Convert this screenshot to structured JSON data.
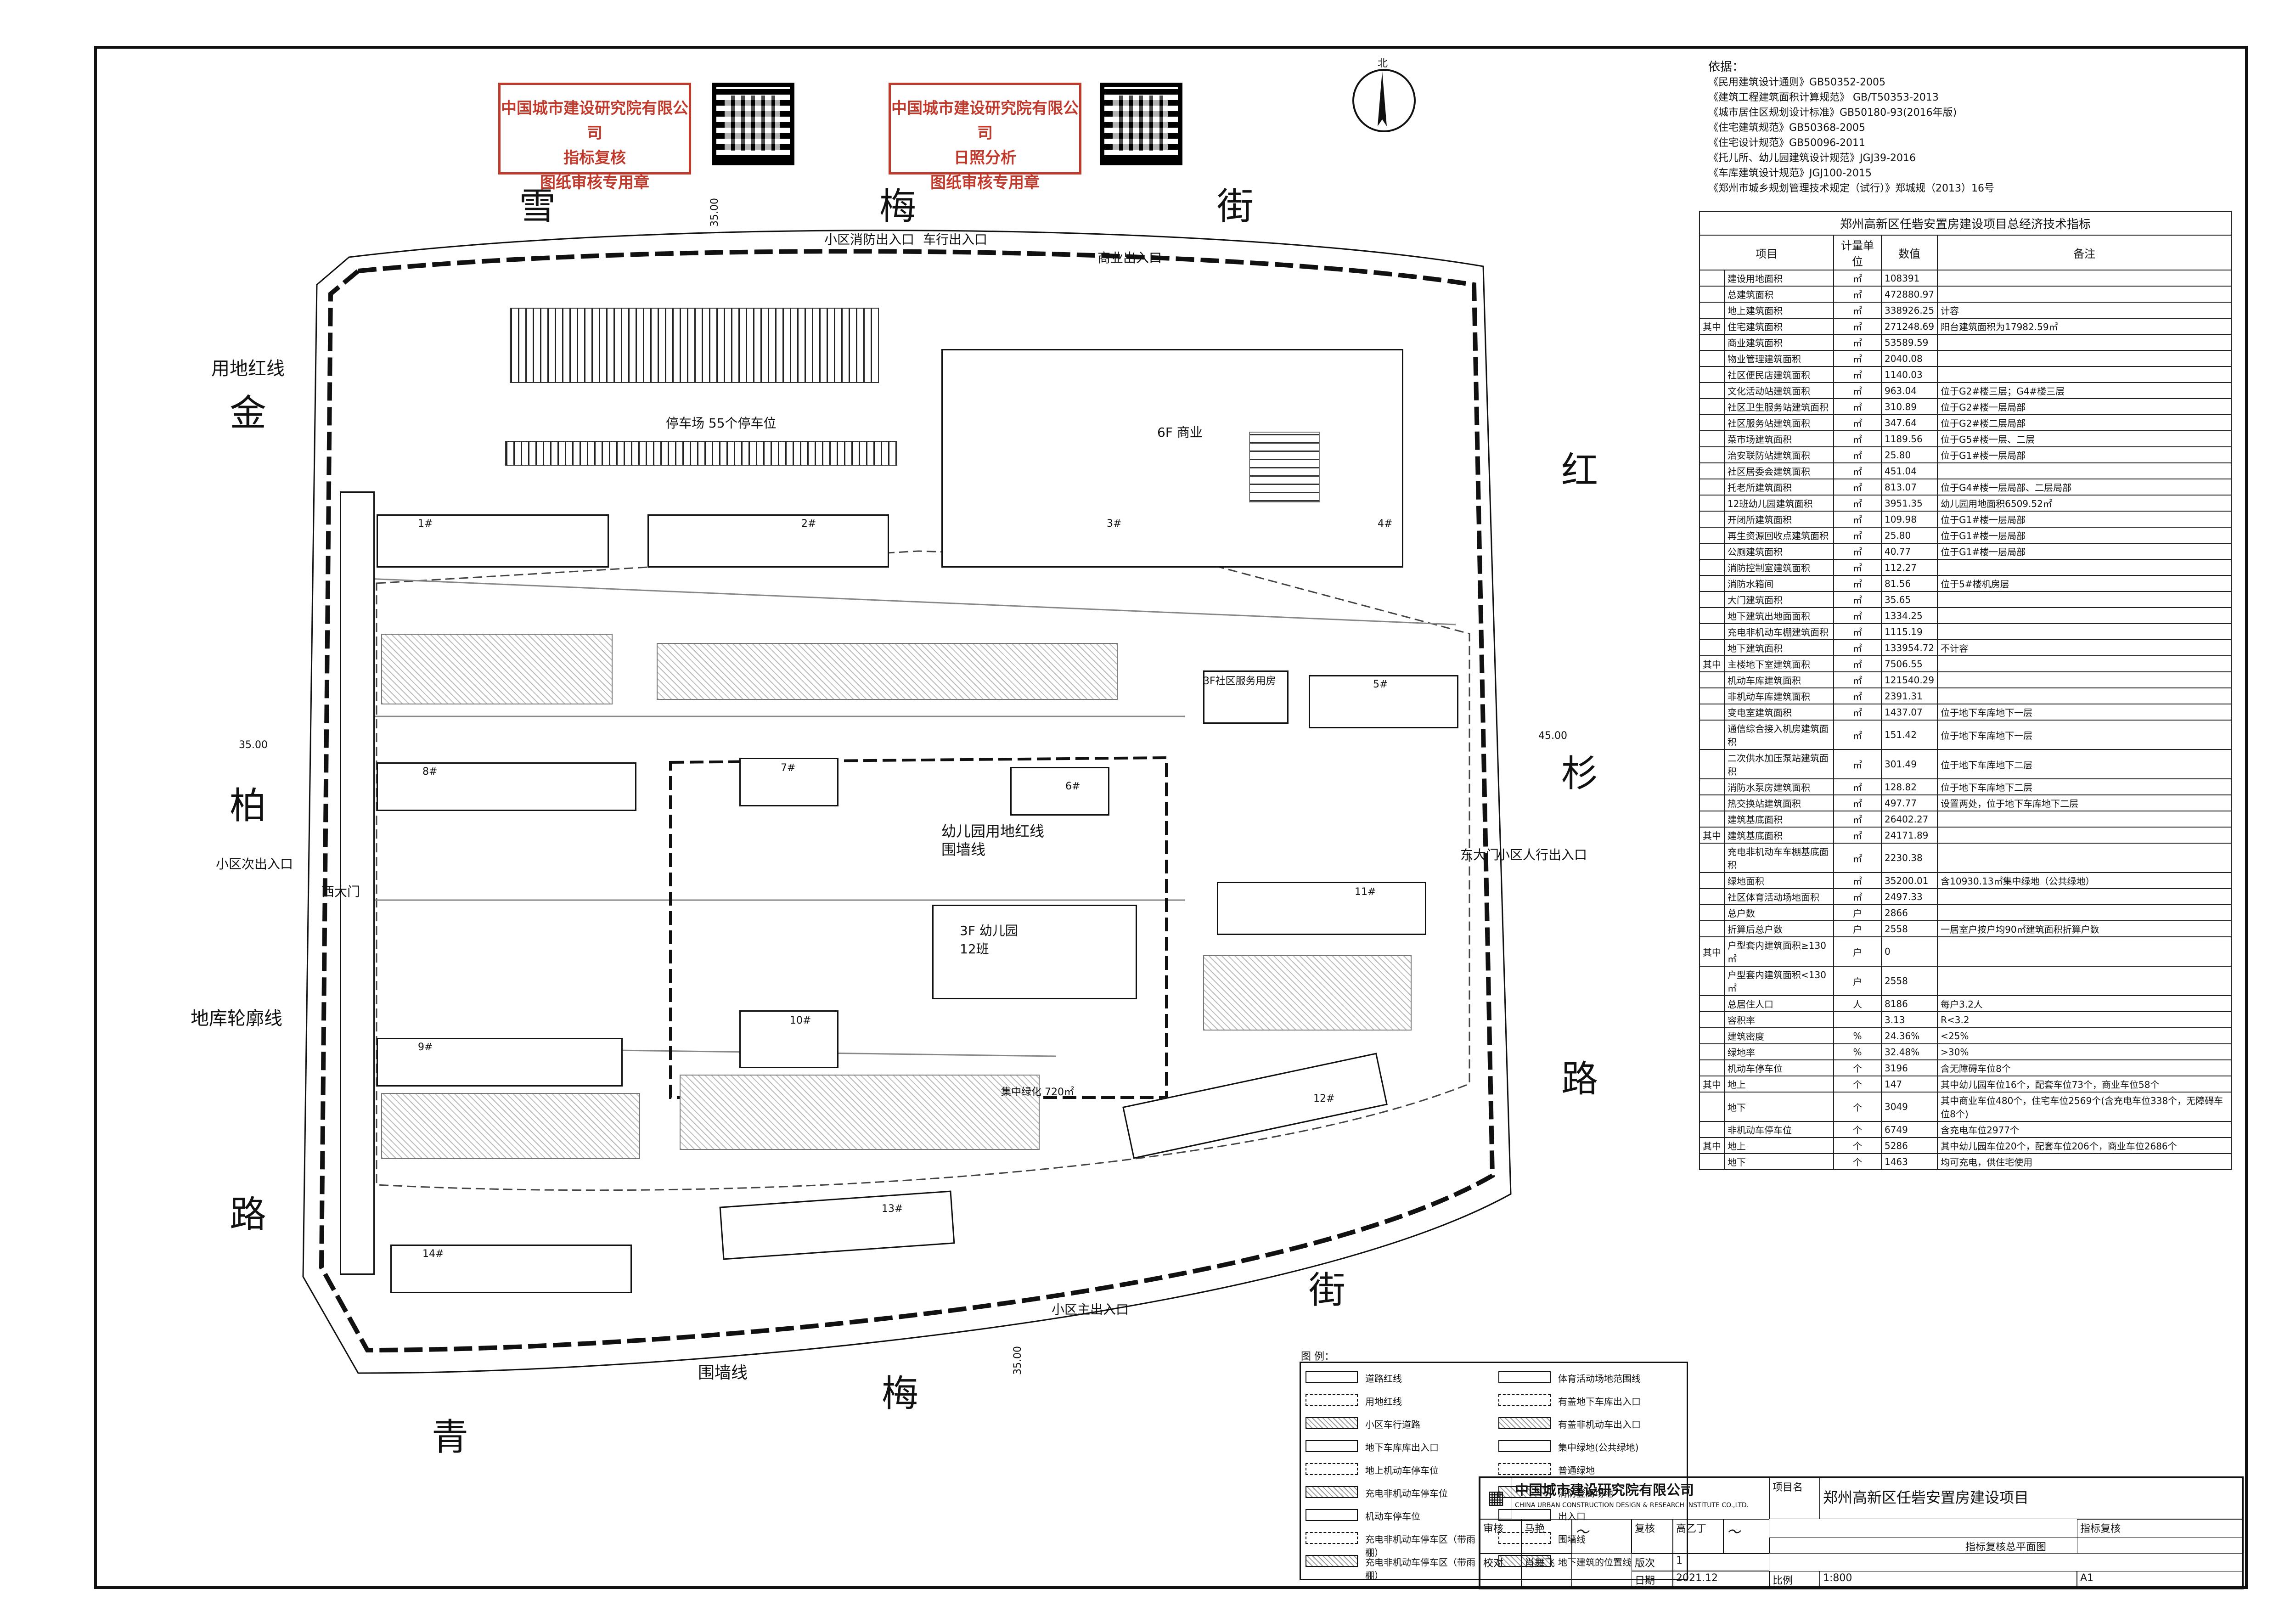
{
  "stamps": [
    {
      "lines": [
        "中国城市建设研究院有限公司",
        "指标复核",
        "图纸审核专用章"
      ]
    },
    {
      "lines": [
        "中国城市建设研究院有限公司",
        "日照分析",
        "图纸审核专用章"
      ]
    }
  ],
  "north": "北",
  "streets": {
    "top": [
      "雪",
      "梅",
      "街"
    ],
    "left": [
      "金",
      "柏",
      "路"
    ],
    "right": [
      "红",
      "杉",
      "路"
    ],
    "bottom": [
      "青",
      "梅",
      "街"
    ]
  },
  "site_labels": {
    "red_line": "用地红线",
    "fire_entry": "小区消防出入口",
    "car_entry": "车行出入口",
    "commercial_entry": "商业出入口",
    "secondary_entry": "小区次出入口",
    "west_gate": "西大门",
    "garage_outline": "地库轮廓线",
    "east_gate": "东大门",
    "ped_entry": "小区人行出入口",
    "main_entry": "小区主出入口",
    "fence": "围墙线",
    "parking": "停车场 55个停车位",
    "kg_red_line": "幼儿园用地红线",
    "kg_fence": "围墙线",
    "kg_building": "3F 幼儿园",
    "kg_class": "12班",
    "shop_building": "6F 商业",
    "community_service": "3F社区服务用房",
    "green_center": "集中绿化 720㎡",
    "dim_top": "35.00",
    "dim_left": "35.00",
    "dim_right": "45.00",
    "dim_bottom": "35.00"
  },
  "buildings": [
    "1#",
    "2#",
    "3#",
    "4#",
    "5#",
    "6#",
    "7#",
    "8#",
    "9#",
    "10#",
    "11#",
    "12#",
    "13#",
    "14#"
  ],
  "references_title": "依据：",
  "references": [
    "《民用建筑设计通则》GB50352-2005",
    "《建筑工程建筑面积计算规范》 GB/T50353-2013",
    "《城市居住区规划设计标准》GB50180-93(2016年版)",
    "《住宅建筑规范》GB50368-2005",
    "《住宅设计规范》GB50096-2011",
    "《托儿所、幼儿园建筑设计规范》JGJ39-2016",
    "《车库建筑设计规范》JGJ100-2015",
    "《郑州市城乡规划管理技术规定（试行）》郑城规（2013）16号"
  ],
  "table": {
    "title": "郑州高新区任砦安置房建设项目总经济技术指标",
    "headers": [
      "项目",
      "计量单位",
      "数值",
      "备注"
    ],
    "rows": [
      [
        "",
        "建设用地面积",
        "㎡",
        "108391",
        ""
      ],
      [
        "",
        "总建筑面积",
        "㎡",
        "472880.97",
        ""
      ],
      [
        "",
        "地上建筑面积",
        "㎡",
        "338926.25",
        "计容"
      ],
      [
        "其中",
        "住宅建筑面积",
        "㎡",
        "271248.69",
        "阳台建筑面积为17982.59㎡"
      ],
      [
        "",
        "商业建筑面积",
        "㎡",
        "53589.59",
        ""
      ],
      [
        "",
        "物业管理建筑面积",
        "㎡",
        "2040.08",
        ""
      ],
      [
        "",
        "社区便民店建筑面积",
        "㎡",
        "1140.03",
        ""
      ],
      [
        "",
        "文化活动站建筑面积",
        "㎡",
        "963.04",
        "位于G2#楼三层；G4#楼三层"
      ],
      [
        "",
        "社区卫生服务站建筑面积",
        "㎡",
        "310.89",
        "位于G2#楼一层局部"
      ],
      [
        "",
        "社区服务站建筑面积",
        "㎡",
        "347.64",
        "位于G2#楼二层局部"
      ],
      [
        "",
        "菜市场建筑面积",
        "㎡",
        "1189.56",
        "位于G5#楼一层、二层"
      ],
      [
        "",
        "治安联防站建筑面积",
        "㎡",
        "25.80",
        "位于G1#楼一层局部"
      ],
      [
        "",
        "社区居委会建筑面积",
        "㎡",
        "451.04",
        ""
      ],
      [
        "",
        "托老所建筑面积",
        "㎡",
        "813.07",
        "位于G4#楼一层局部、二层局部"
      ],
      [
        "",
        "12班幼儿园建筑面积",
        "㎡",
        "3951.35",
        "幼儿园用地面积6509.52㎡"
      ],
      [
        "",
        "开闭所建筑面积",
        "㎡",
        "109.98",
        "位于G1#楼一层局部"
      ],
      [
        "",
        "再生资源回收点建筑面积",
        "㎡",
        "25.80",
        "位于G1#楼一层局部"
      ],
      [
        "",
        "公厕建筑面积",
        "㎡",
        "40.77",
        "位于G1#楼一层局部"
      ],
      [
        "",
        "消防控制室建筑面积",
        "㎡",
        "112.27",
        ""
      ],
      [
        "",
        "消防水箱间",
        "㎡",
        "81.56",
        "位于5#楼机房层"
      ],
      [
        "",
        "大门建筑面积",
        "㎡",
        "35.65",
        ""
      ],
      [
        "",
        "地下建筑出地面面积",
        "㎡",
        "1334.25",
        ""
      ],
      [
        "",
        "充电非机动车棚建筑面积",
        "㎡",
        "1115.19",
        ""
      ],
      [
        "",
        "地下建筑面积",
        "㎡",
        "133954.72",
        "不计容"
      ],
      [
        "其中",
        "主楼地下室建筑面积",
        "㎡",
        "7506.55",
        ""
      ],
      [
        "",
        "机动车库建筑面积",
        "㎡",
        "121540.29",
        ""
      ],
      [
        "",
        "非机动车库建筑面积",
        "㎡",
        "2391.31",
        ""
      ],
      [
        "",
        "变电室建筑面积",
        "㎡",
        "1437.07",
        "位于地下车库地下一层"
      ],
      [
        "",
        "通信综合接入机房建筑面积",
        "㎡",
        "151.42",
        "位于地下车库地下一层"
      ],
      [
        "",
        "二次供水加压泵站建筑面积",
        "㎡",
        "301.49",
        "位于地下车库地下二层"
      ],
      [
        "",
        "消防水泵房建筑面积",
        "㎡",
        "128.82",
        "位于地下车库地下二层"
      ],
      [
        "",
        "热交换站建筑面积",
        "㎡",
        "497.77",
        "设置两处，位于地下车库地下二层"
      ],
      [
        "",
        "建筑基底面积",
        "㎡",
        "26402.27",
        ""
      ],
      [
        "其中",
        "建筑基底面积",
        "㎡",
        "24171.89",
        ""
      ],
      [
        "",
        "充电非机动车车棚基底面积",
        "㎡",
        "2230.38",
        ""
      ],
      [
        "",
        "绿地面积",
        "㎡",
        "35200.01",
        "含10930.13㎡集中绿地（公共绿地）"
      ],
      [
        "",
        "社区体育活动场地面积",
        "㎡",
        "2497.33",
        ""
      ],
      [
        "",
        "总户数",
        "户",
        "2866",
        ""
      ],
      [
        "",
        "折算后总户数",
        "户",
        "2558",
        "一居室户按户均90㎡建筑面积折算户数"
      ],
      [
        "其中",
        "户型套内建筑面积≥130㎡",
        "户",
        "0",
        ""
      ],
      [
        "",
        "户型套内建筑面积<130㎡",
        "户",
        "2558",
        ""
      ],
      [
        "",
        "总居住人口",
        "人",
        "8186",
        "每户3.2人"
      ],
      [
        "",
        "容积率",
        "",
        "3.13",
        "R<3.2"
      ],
      [
        "",
        "建筑密度",
        "%",
        "24.36%",
        "<25%"
      ],
      [
        "",
        "绿地率",
        "%",
        "32.48%",
        ">30%"
      ],
      [
        "",
        "机动车停车位",
        "个",
        "3196",
        "含无障碍车位8个"
      ],
      [
        "其中",
        "地上",
        "个",
        "147",
        "其中幼儿园车位16个，配套车位73个，商业车位58个"
      ],
      [
        "",
        "地下",
        "个",
        "3049",
        "其中商业车位480个，住宅车位2569个(含充电车位338个，无障碍车位8个)"
      ],
      [
        "",
        "非机动车停车位",
        "个",
        "6749",
        "含充电车位2977个"
      ],
      [
        "其中",
        "地上",
        "个",
        "5286",
        "其中幼儿园车位20个，配套车位206个，商业车位2686个"
      ],
      [
        "",
        "地下",
        "个",
        "1463",
        "均可充电，供住宅使用"
      ]
    ]
  },
  "legend": {
    "title": "图  例：",
    "items": [
      "道路红线",
      "用地红线",
      "小区车行道路",
      "地下车库库出入口",
      "地上机动车停车位",
      "充电非机动车停车位",
      "机动车停车位",
      "充电非机动车停车区（带雨棚）",
      "充电非机动车停车区（带雨棚）",
      "体育活动场地范围线",
      "有盖地下车库出入口",
      "有盖非机动车出入口",
      "集中绿地(公共绿地)",
      "普通绿地",
      "消防登高场地",
      "出入口",
      "围墙线",
      "地下建筑的位置线"
    ]
  },
  "titleblock": {
    "company": "中国城市建设研究院有限公司",
    "company_en": "CHINA URBAN CONSTRUCTION DESIGN & RESEARCH INSTITUTE CO.,LTD.",
    "project_label": "项目名",
    "project": "郑州高新区任砦安置房建设项目",
    "review_label": "审核",
    "reviewer": "马艳",
    "check_label": "复核",
    "checker": "高乙丁",
    "proofread_label": "校对",
    "proofreader": "肖舞飞",
    "version_label": "版次",
    "version": "1",
    "date_label": "日期",
    "date": "2021.12",
    "scale_label": "比例",
    "scale": "1:800",
    "stage": "指标复核",
    "drawing": "指标复核总平面图",
    "sheet": "A1"
  }
}
